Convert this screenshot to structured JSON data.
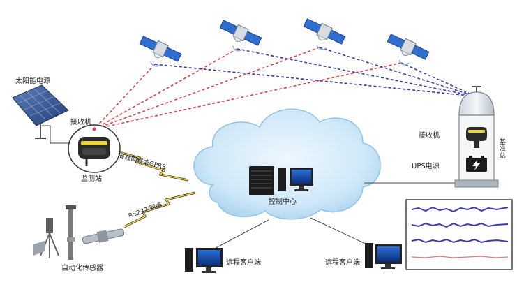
{
  "labels": {
    "solar_power": "太阳能电源",
    "receiver_monitor": "接收机",
    "monitor_station": "监测站",
    "link_wireless": "有线网络或GPRS",
    "link_serial": "RS232/网络",
    "auto_sensors": "自动化传感器",
    "control_center": "控制中心",
    "remote_client_left": "远程客户端",
    "remote_client_right": "远程客户端",
    "receiver_base": "接收机",
    "ups_power": "UPS电源",
    "base_station": "基准站"
  },
  "colors": {
    "signal_red": "#e0404a",
    "signal_blue": "#3a3aa8",
    "cloud": "#bfe0f4",
    "cloud_edge": "#8fc3e6",
    "satellite_panel": "#2f6fd0",
    "receiver_body": "#2a2a2a",
    "receiver_accent": "#e8d24a"
  },
  "icons": {
    "satellite": "satellite-icon",
    "solar_panel": "solar-panel-icon",
    "gnss_receiver": "gnss-receiver-icon",
    "server": "server-icon",
    "desktop": "desktop-computer-icon",
    "battery": "battery-icon",
    "lightning": "lightning-link-icon"
  }
}
